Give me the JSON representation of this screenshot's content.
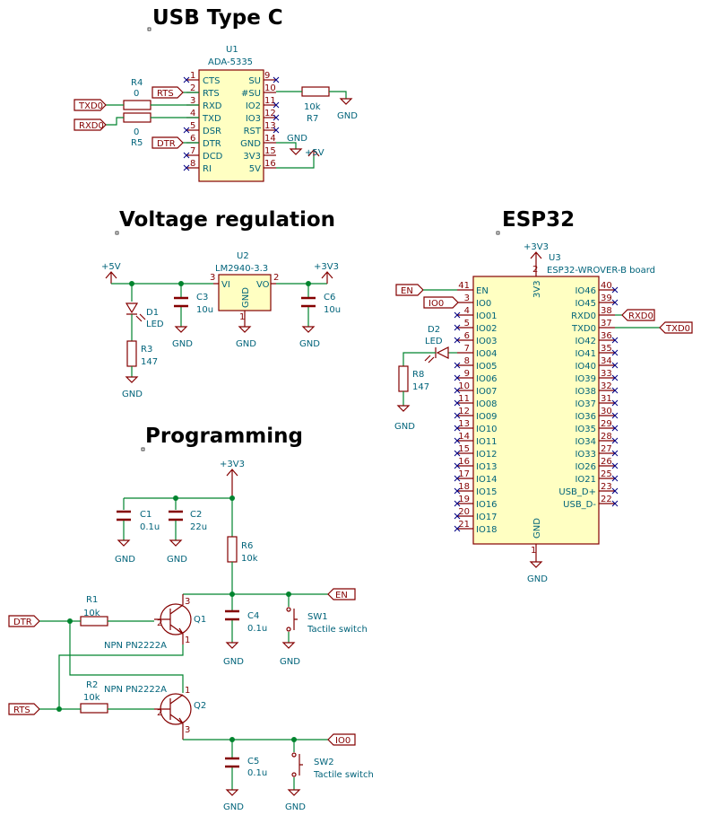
{
  "titles": {
    "usb": "USB Type C",
    "regulation": "Voltage regulation",
    "programming": "Programming",
    "esp32": "ESP32"
  },
  "u1": {
    "ref": "U1",
    "value": "ADA-5335",
    "left_pins": [
      {
        "num": "1",
        "name": "CTS"
      },
      {
        "num": "2",
        "name": "RTS"
      },
      {
        "num": "3",
        "name": "RXD"
      },
      {
        "num": "4",
        "name": "TXD"
      },
      {
        "num": "5",
        "name": "DSR"
      },
      {
        "num": "6",
        "name": "DTR"
      },
      {
        "num": "7",
        "name": "DCD"
      },
      {
        "num": "8",
        "name": "RI"
      }
    ],
    "right_pins": [
      {
        "num": "9",
        "name": "SU"
      },
      {
        "num": "10",
        "name": "#SU"
      },
      {
        "num": "11",
        "name": "IO2"
      },
      {
        "num": "12",
        "name": "IO3"
      },
      {
        "num": "13",
        "name": "RST"
      },
      {
        "num": "14",
        "name": "GND"
      },
      {
        "num": "15",
        "name": "3V3"
      },
      {
        "num": "16",
        "name": "5V"
      }
    ]
  },
  "u2": {
    "ref": "U2",
    "value": "LM2940-3.3",
    "vi": "VI",
    "vo": "VO",
    "gnd": "GND",
    "p1": "1",
    "p2": "2",
    "p3": "3"
  },
  "u3": {
    "ref": "U3",
    "value": "ESP32-WROVER-B board",
    "top_pin": {
      "num": "2",
      "name": "3V3"
    },
    "bottom_pin": {
      "num": "1",
      "name": "GND"
    },
    "left_pins": [
      {
        "num": "41",
        "name": "EN"
      },
      {
        "num": "3",
        "name": "IO0"
      },
      {
        "num": "4",
        "name": "IO01"
      },
      {
        "num": "5",
        "name": "IO02"
      },
      {
        "num": "6",
        "name": "IO03"
      },
      {
        "num": "7",
        "name": "IO04"
      },
      {
        "num": "8",
        "name": "IO05"
      },
      {
        "num": "9",
        "name": "IO06"
      },
      {
        "num": "10",
        "name": "IO07"
      },
      {
        "num": "11",
        "name": "IO08"
      },
      {
        "num": "12",
        "name": "IO09"
      },
      {
        "num": "13",
        "name": "IO10"
      },
      {
        "num": "14",
        "name": "IO11"
      },
      {
        "num": "15",
        "name": "IO12"
      },
      {
        "num": "16",
        "name": "IO13"
      },
      {
        "num": "17",
        "name": "IO14"
      },
      {
        "num": "18",
        "name": "IO15"
      },
      {
        "num": "19",
        "name": "IO16"
      },
      {
        "num": "20",
        "name": "IO17"
      },
      {
        "num": "21",
        "name": "IO18"
      }
    ],
    "right_pins": [
      {
        "num": "40",
        "name": "IO46"
      },
      {
        "num": "39",
        "name": "IO45"
      },
      {
        "num": "38",
        "name": "RXD0"
      },
      {
        "num": "37",
        "name": "TXD0"
      },
      {
        "num": "36",
        "name": "IO42"
      },
      {
        "num": "35",
        "name": "IO41"
      },
      {
        "num": "34",
        "name": "IO40"
      },
      {
        "num": "33",
        "name": "IO39"
      },
      {
        "num": "32",
        "name": "IO38"
      },
      {
        "num": "31",
        "name": "IO37"
      },
      {
        "num": "30",
        "name": "IO36"
      },
      {
        "num": "29",
        "name": "IO35"
      },
      {
        "num": "28",
        "name": "IO34"
      },
      {
        "num": "27",
        "name": "IO33"
      },
      {
        "num": "26",
        "name": "IO26"
      },
      {
        "num": "25",
        "name": "IO21"
      },
      {
        "num": "23",
        "name": "USB_D+"
      },
      {
        "num": "22",
        "name": "USB_D-"
      }
    ]
  },
  "parts": {
    "r4": {
      "ref": "R4",
      "value": "0"
    },
    "r5": {
      "ref": "R5",
      "value": "0"
    },
    "r7": {
      "ref": "R7",
      "value": "10k"
    },
    "r3": {
      "ref": "R3",
      "value": "147"
    },
    "r8": {
      "ref": "R8",
      "value": "147"
    },
    "r1": {
      "ref": "R1",
      "value": "10k"
    },
    "r2": {
      "ref": "R2",
      "value": "10k"
    },
    "r6": {
      "ref": "R6",
      "value": "10k"
    },
    "d1": {
      "ref": "D1",
      "value": "LED"
    },
    "d2": {
      "ref": "D2",
      "value": "LED"
    },
    "c1": {
      "ref": "C1",
      "value": "0.1u"
    },
    "c2": {
      "ref": "C2",
      "value": "22u"
    },
    "c3": {
      "ref": "C3",
      "value": "10u"
    },
    "c4": {
      "ref": "C4",
      "value": "0.1u"
    },
    "c5": {
      "ref": "C5",
      "value": "0.1u"
    },
    "c6": {
      "ref": "C6",
      "value": "10u"
    },
    "q1": {
      "ref": "Q1",
      "value": "NPN PN2222A",
      "p1": "1",
      "p2": "2",
      "p3": "3"
    },
    "q2": {
      "ref": "Q2",
      "value": "NPN PN2222A",
      "p1": "1",
      "p2": "2",
      "p3": "3"
    },
    "sw1": {
      "ref": "SW1",
      "value": "Tactile switch"
    },
    "sw2": {
      "ref": "SW2",
      "value": "Tactile switch"
    }
  },
  "nets": {
    "txd0": "TXD0",
    "rxd0": "RXD0",
    "rts": "RTS",
    "dtr": "DTR",
    "en": "EN",
    "io0": "IO0",
    "gnd": "GND",
    "p5v": "+5V",
    "p3v3": "+3V3"
  }
}
